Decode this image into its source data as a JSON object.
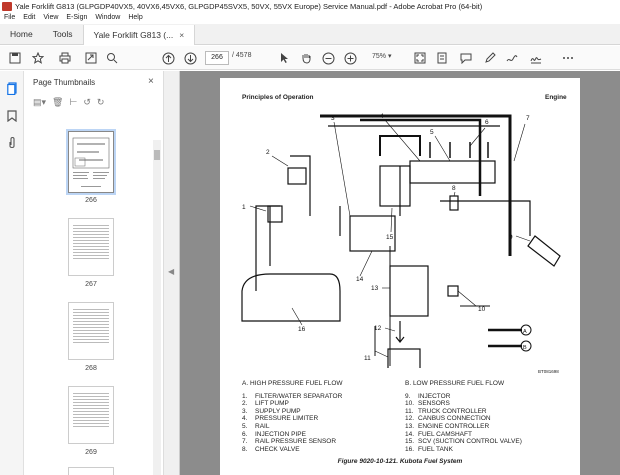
{
  "window": {
    "title": "Yale Forklift G813 (GLPGDP40VX5, 40VX6,45VX6, GLPGDP45SVX5, 50VX, 55VX Europe) Service Manual.pdf - Adobe Acrobat Pro (64-bit)"
  },
  "menu": [
    "File",
    "Edit",
    "View",
    "E-Sign",
    "Window",
    "Help"
  ],
  "tabs": [
    {
      "label": "Home"
    },
    {
      "label": "Tools"
    },
    {
      "label": "Yale Forklift G813 (...",
      "close": "×"
    }
  ],
  "toolbar": {
    "current_page": "266",
    "total_pages": "/ 4578",
    "zoom": "75%"
  },
  "sidepanel": {
    "title": "Page Thumbnails",
    "close": "×",
    "thumbnails": [
      {
        "label": "266",
        "active": true
      },
      {
        "label": "267",
        "active": false
      },
      {
        "label": "268",
        "active": false
      },
      {
        "label": "269",
        "active": false
      }
    ]
  },
  "document": {
    "header_left": "Principles of Operation",
    "header_right": "Engine",
    "callouts": [
      "1",
      "2",
      "3",
      "4",
      "5",
      "6",
      "7",
      "8",
      "9",
      "10",
      "11",
      "12",
      "13",
      "14",
      "15",
      "16"
    ],
    "line_key": {
      "a": "A",
      "b": "B"
    },
    "figure_id": "BT081698",
    "legend_left": {
      "heading": "A.   HIGH PRESSURE FUEL FLOW",
      "items": [
        {
          "n": "1.",
          "t": "FILTER/WATER SEPARATOR"
        },
        {
          "n": "2.",
          "t": "LIFT PUMP"
        },
        {
          "n": "3.",
          "t": "SUPPLY PUMP"
        },
        {
          "n": "4.",
          "t": "PRESSURE LIMITER"
        },
        {
          "n": "5.",
          "t": "RAIL"
        },
        {
          "n": "6.",
          "t": "INJECTION PIPE"
        },
        {
          "n": "7.",
          "t": "RAIL PRESSURE SENSOR"
        },
        {
          "n": "8.",
          "t": "CHECK VALVE"
        }
      ]
    },
    "legend_right": {
      "heading": "B.   LOW PRESSURE FUEL FLOW",
      "items": [
        {
          "n": "9.",
          "t": "INJECTOR"
        },
        {
          "n": "10.",
          "t": "SENSORS"
        },
        {
          "n": "11.",
          "t": "TRUCK CONTROLLER"
        },
        {
          "n": "12.",
          "t": "CANBUS CONNECTION"
        },
        {
          "n": "13.",
          "t": "ENGINE CONTROLLER"
        },
        {
          "n": "14.",
          "t": "FUEL CAMSHAFT"
        },
        {
          "n": "15.",
          "t": "SCV (SUCTION CONTROL VALVE)"
        },
        {
          "n": "16.",
          "t": "FUEL TANK"
        }
      ]
    },
    "figure_caption": "Figure 9020-10-121. Kubota Fuel System"
  }
}
